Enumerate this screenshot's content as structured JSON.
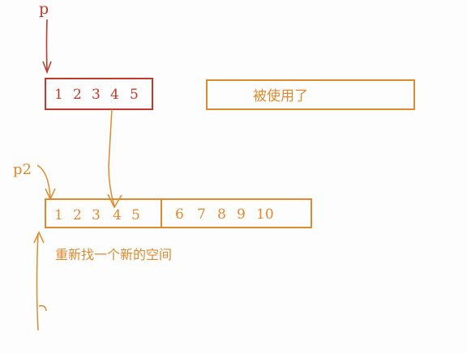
{
  "pointers": {
    "p": "p",
    "p2": "p2"
  },
  "old_block": {
    "values": [
      "1",
      "2",
      "3",
      "4",
      "5"
    ]
  },
  "used_block": {
    "label": "被使用了"
  },
  "new_block": {
    "copied_values": [
      "1",
      "2",
      "3",
      "4",
      "5"
    ],
    "appended_values": [
      "6",
      "7",
      "8",
      "9",
      "10"
    ]
  },
  "annotation": {
    "text": "重新找一个新的空间"
  },
  "colors": {
    "red": "#c0392b",
    "orange": "#e08a2e"
  }
}
